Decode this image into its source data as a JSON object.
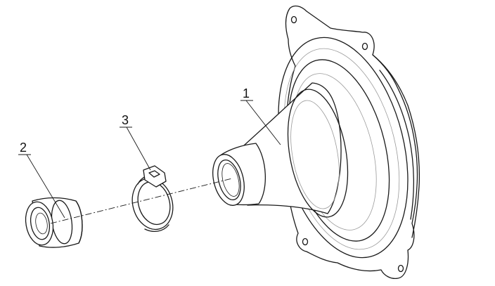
{
  "callouts": {
    "part1": "1",
    "part2": "2",
    "part3": "3"
  },
  "colors": {
    "line": "#1a1a1a",
    "hidden_line": "#9a9a9a",
    "background": "#ffffff"
  }
}
